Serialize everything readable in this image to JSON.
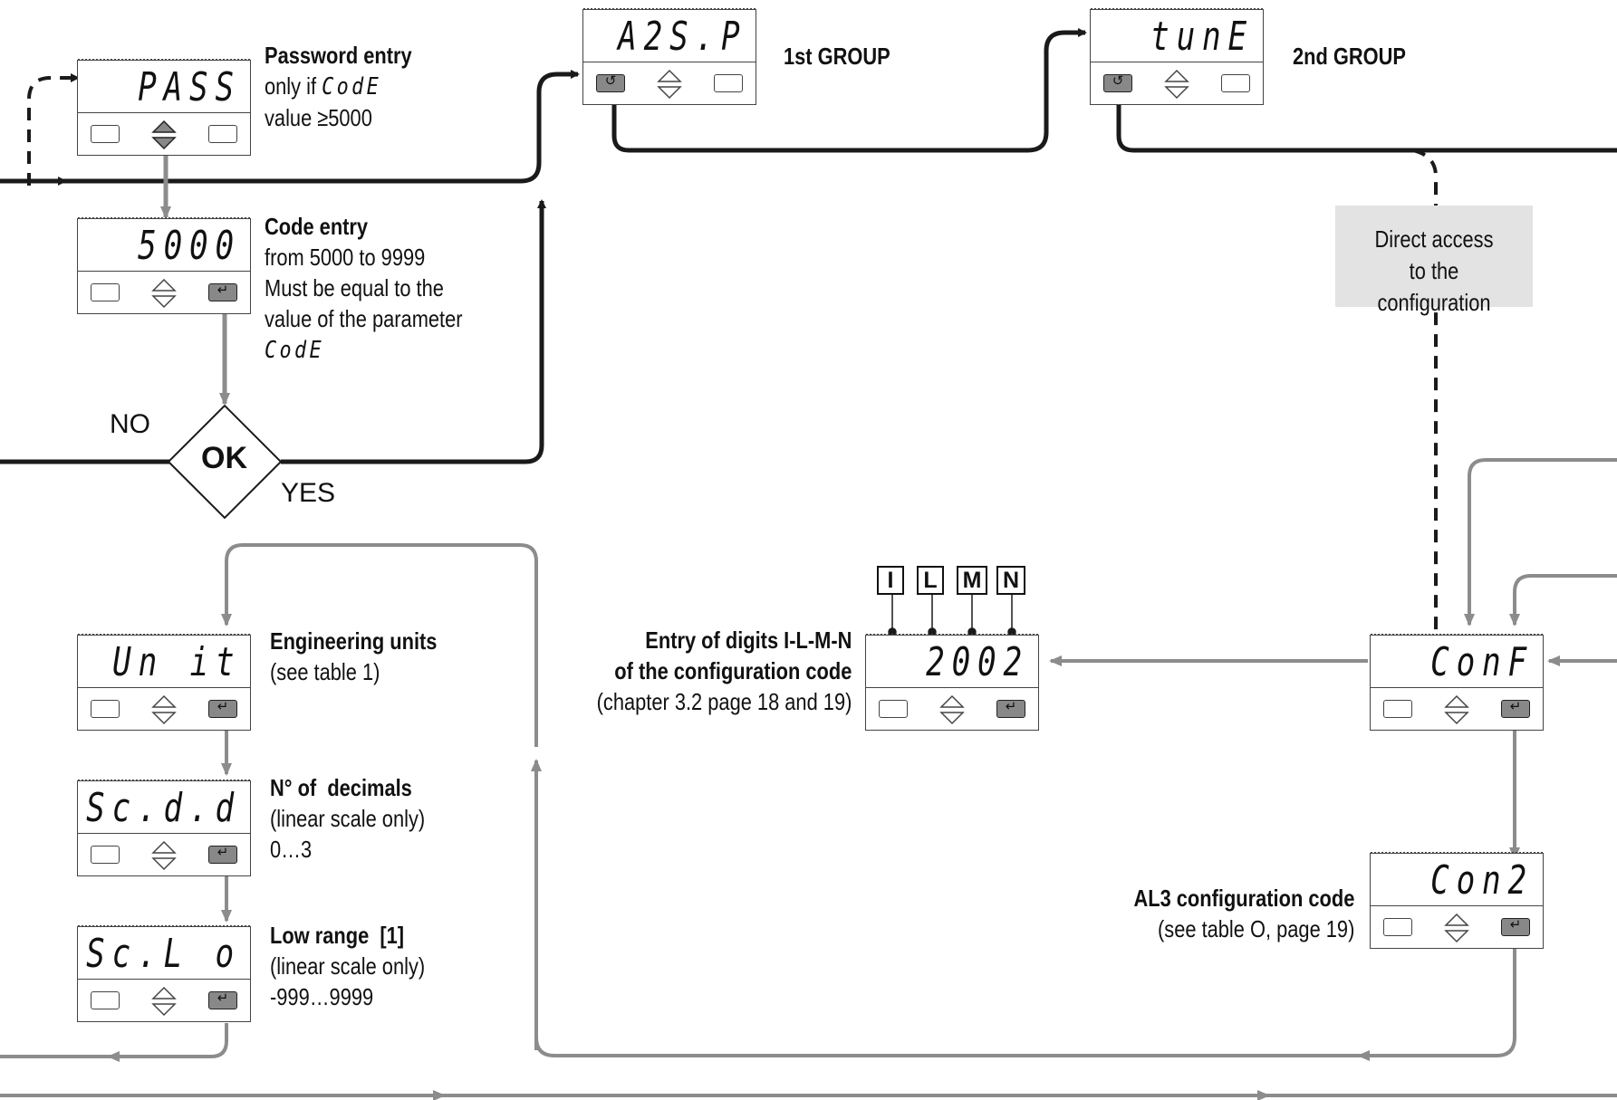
{
  "displays": {
    "pass": {
      "text": "PASS"
    },
    "code5000": {
      "text": "5000"
    },
    "a2sp": {
      "text": "A2S.P"
    },
    "tune": {
      "text": "tunE"
    },
    "unit": {
      "text": "Un it"
    },
    "scdd": {
      "text": "Sc.d.d"
    },
    "sclo": {
      "text": "Sc.L o"
    },
    "d2002": {
      "text": "2002"
    },
    "conf": {
      "text": "ConF"
    },
    "con2": {
      "text": "Con2"
    }
  },
  "labels": {
    "password_title": "Password entry",
    "password_l2": "only if ",
    "password_code": "CodE",
    "password_l3": "value ≥5000",
    "code_title": "Code entry",
    "code_l2": "from 5000 to 9999",
    "code_l3": "Must be equal to the",
    "code_l4": "value of the parameter",
    "code_l5": "CodE",
    "group1": "1st GROUP",
    "group2": "2nd GROUP",
    "no": "NO",
    "yes": "YES",
    "ok": "OK",
    "direct_l1": "Direct access",
    "direct_l2": "to the configuration",
    "eng_title": "Engineering units",
    "eng_l2": "(see table 1)",
    "dec_title": "N° of  decimals",
    "dec_l2": "(linear scale only)",
    "dec_l3": "0…3",
    "low_title": "Low range  [1]",
    "low_l2": "(linear scale only)",
    "low_l3": "-999…9999",
    "entry_l1": "Entry of digits I-L-M-N",
    "entry_l2": "of the configuration code",
    "entry_l3": "(chapter 3.2 page 18 and 19)",
    "al3_title": "AL3 configuration code",
    "al3_l2": "(see table O, page 19)"
  },
  "digits": [
    "I",
    "L",
    "M",
    "N"
  ],
  "colors": {
    "dark_line": "#1a1a1a",
    "grey_line": "#8c8c8c",
    "note_bg": "#e3e3e3"
  }
}
